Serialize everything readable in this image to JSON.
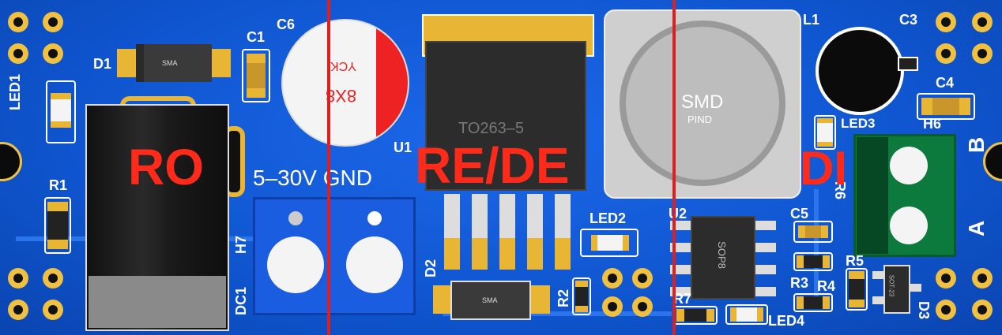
{
  "board": {
    "overlay_labels": {
      "ro": "RO",
      "re_de": "RE/DE",
      "di": "DI"
    },
    "silkscreen": {
      "led1": "LED1",
      "d1": "D1",
      "c1": "C1",
      "c6": "C6",
      "r1": "R1",
      "u1": "U1",
      "l1": "L1",
      "c3": "C3",
      "c4": "C4",
      "led3": "LED3",
      "h6": "H6",
      "b": "B",
      "a": "A",
      "r6": "R6",
      "c5": "C5",
      "u2": "U2",
      "led2": "LED2",
      "d2": "D2",
      "r2": "R2",
      "r7": "R7",
      "led4": "LED4",
      "r3": "R3",
      "r4": "R4",
      "r5": "R5",
      "d3": "D3",
      "h7": "H7",
      "dc1": "DC1",
      "voltage": "5–30V GND"
    },
    "component_text": {
      "cap_marking": "8X8",
      "cap_brand": "YCK",
      "regulator": "TO263–5",
      "inductor": "SMD",
      "inductor_sub": "PIND",
      "diode_pkg": "SMA",
      "diode2_pkg": "SMA",
      "ic_pkg": "SOP8",
      "d3_pkg": "SOT-23"
    },
    "colors": {
      "pcb": "#0f55cf",
      "gold": "#e8b534",
      "overlay_red": "#ff2a1a",
      "divider_red": "#e01e1e",
      "terminal_blue": "#1b5de0",
      "terminal_green": "#0d7a3d"
    }
  }
}
